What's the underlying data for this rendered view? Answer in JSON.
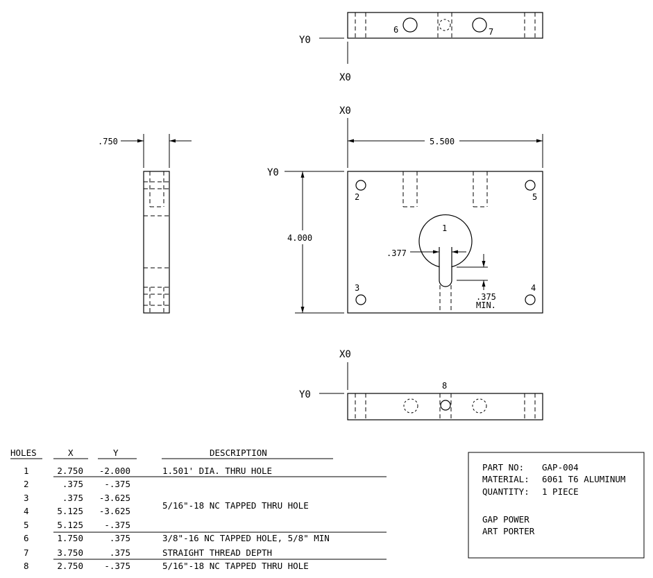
{
  "drawing": {
    "axis": {
      "y0": "Y0",
      "x0": "X0"
    },
    "dims": {
      "thickness": ".750",
      "width": "5.500",
      "height": "4.000",
      "slot": ".377",
      "slot_depth": ".375",
      "slot_depth_note": "MIN."
    },
    "hole_labels": [
      "1",
      "2",
      "3",
      "4",
      "5",
      "6",
      "7",
      "8"
    ]
  },
  "table": {
    "headers": [
      "HOLES",
      "X",
      "Y",
      "DESCRIPTION"
    ],
    "rows": [
      {
        "hole": "1",
        "x": "2.750",
        "y": "-2.000"
      },
      {
        "hole": "2",
        "x": ".375",
        "y": "-.375"
      },
      {
        "hole": "3",
        "x": ".375",
        "y": "-3.625"
      },
      {
        "hole": "4",
        "x": "5.125",
        "y": "-3.625"
      },
      {
        "hole": "5",
        "x": "5.125",
        "y": "-.375"
      },
      {
        "hole": "6",
        "x": "1.750",
        "y": ".375"
      },
      {
        "hole": "7",
        "x": "3.750",
        "y": ".375"
      },
      {
        "hole": "8",
        "x": "2.750",
        "y": "-.375"
      }
    ],
    "descriptions": [
      "1.501' DIA. THRU HOLE",
      "5/16\"-18 NC TAPPED THRU HOLE",
      "3/8\"-16 NC TAPPED HOLE, 5/8\" MIN",
      "STRAIGHT THREAD DEPTH",
      "5/16\"-18 NC TAPPED THRU HOLE"
    ]
  },
  "title_block": {
    "part_no_label": "PART NO:",
    "part_no": "GAP-004",
    "material_label": "MATERIAL:",
    "material": "6061 T6 ALUMINUM",
    "quantity_label": "QUANTITY:",
    "quantity": "1 PIECE",
    "company": "GAP POWER",
    "drafter": "ART PORTER"
  }
}
